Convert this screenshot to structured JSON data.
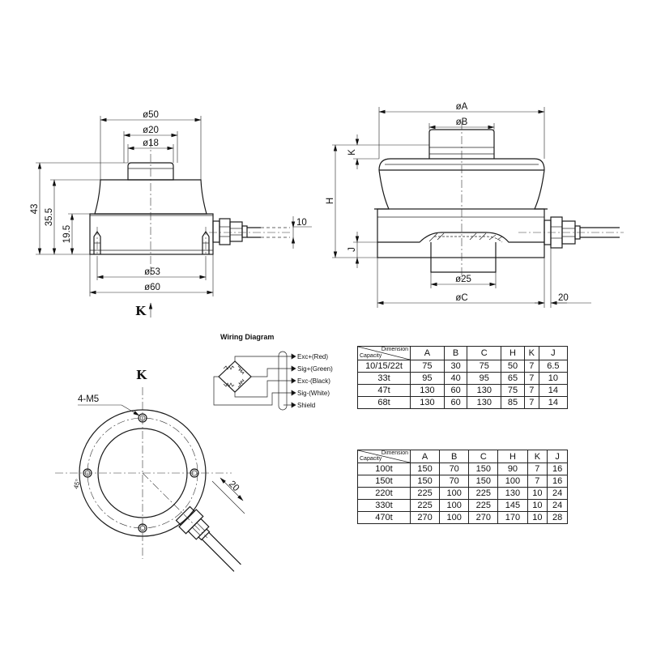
{
  "front_view": {
    "dim_phi50": "ø50",
    "dim_phi20": "ø20",
    "dim_phi18": "ø18",
    "dim_43": "43",
    "dim_35_5": "35.5",
    "dim_19_5": "19.5",
    "dim_10": "10",
    "dim_phi53": "ø53",
    "dim_phi60": "ø60",
    "view_arrow_label": "K"
  },
  "side_view": {
    "dim_phiA": "øA",
    "dim_phiB": "øB",
    "dim_K": "K",
    "dim_H": "H",
    "dim_J": "J",
    "dim_phi25": "ø25",
    "dim_phiC": "øC",
    "dim_20": "20"
  },
  "bottom_view": {
    "title": "K",
    "holes_label": "4-M5",
    "angle_label": "45°",
    "dim_20": "20"
  },
  "wiring": {
    "title": "Wiring Diagram",
    "leads": [
      "Exc+(Red)",
      "Sig+(Green)",
      "Exc-(Black)",
      "Sig-(White)",
      "Shield"
    ]
  },
  "table1": {
    "header_dimension": "Dimension",
    "header_capacity": "Capacity",
    "columns": [
      "A",
      "B",
      "C",
      "H",
      "K",
      "J"
    ],
    "rows": [
      {
        "capacity": "10/15/22t",
        "A": "75",
        "B": "30",
        "C": "75",
        "H": "50",
        "K": "7",
        "J": "6.5"
      },
      {
        "capacity": "33t",
        "A": "95",
        "B": "40",
        "C": "95",
        "H": "65",
        "K": "7",
        "J": "10"
      },
      {
        "capacity": "47t",
        "A": "130",
        "B": "60",
        "C": "130",
        "H": "75",
        "K": "7",
        "J": "14"
      },
      {
        "capacity": "68t",
        "A": "130",
        "B": "60",
        "C": "130",
        "H": "85",
        "K": "7",
        "J": "14"
      }
    ]
  },
  "table2": {
    "header_dimension": "Dimension",
    "header_capacity": "Capacity",
    "columns": [
      "A",
      "B",
      "C",
      "H",
      "K",
      "J"
    ],
    "rows": [
      {
        "capacity": "100t",
        "A": "150",
        "B": "70",
        "C": "150",
        "H": "90",
        "K": "7",
        "J": "16"
      },
      {
        "capacity": "150t",
        "A": "150",
        "B": "70",
        "C": "150",
        "H": "100",
        "K": "7",
        "J": "16"
      },
      {
        "capacity": "220t",
        "A": "225",
        "B": "100",
        "C": "225",
        "H": "130",
        "K": "10",
        "J": "24"
      },
      {
        "capacity": "330t",
        "A": "225",
        "B": "100",
        "C": "225",
        "H": "145",
        "K": "10",
        "J": "24"
      },
      {
        "capacity": "470t",
        "A": "270",
        "B": "100",
        "C": "270",
        "H": "170",
        "K": "10",
        "J": "28"
      }
    ]
  }
}
